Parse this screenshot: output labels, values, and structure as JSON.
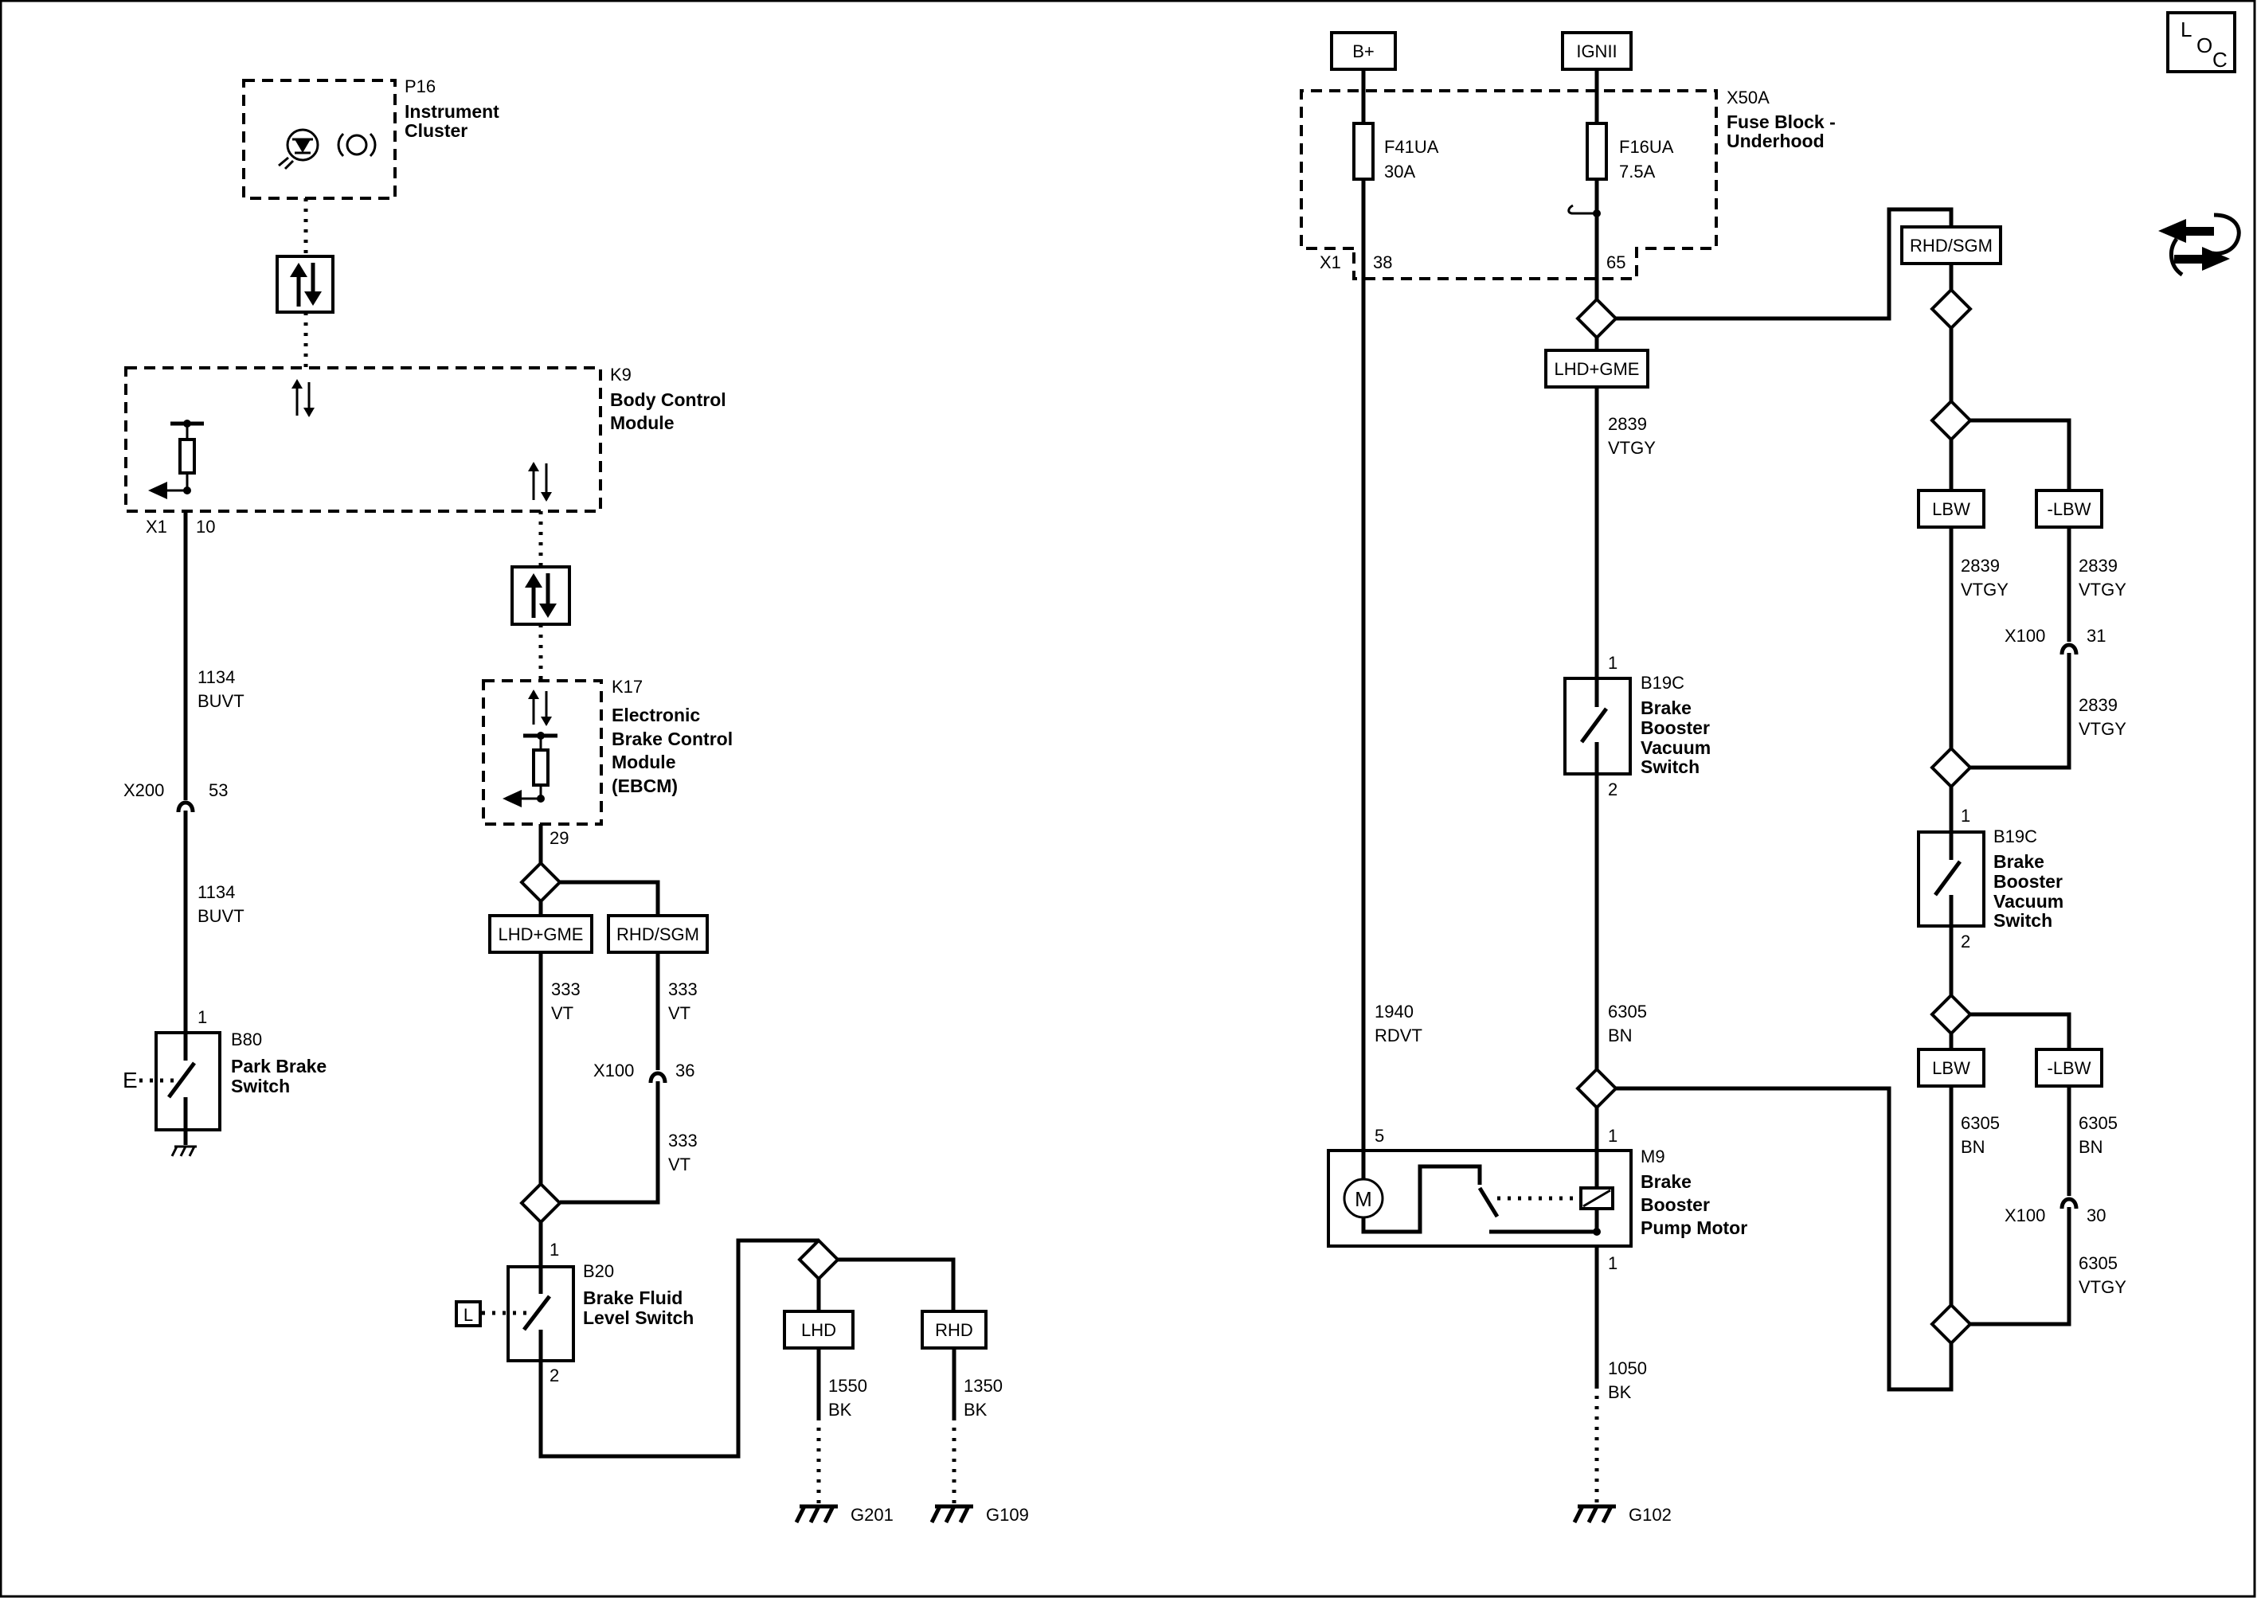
{
  "loc_badge": {
    "line1": "L",
    "line2": "O",
    "line3": "C"
  },
  "power_sources": {
    "bplus": "B+",
    "ign": "IGNII"
  },
  "fuse_block": {
    "ref": "X50A",
    "name_line1": "Fuse Block -",
    "name_line2": "Underhood",
    "fuse1_ref": "F41UA",
    "fuse1_rating": "30A",
    "fuse2_ref": "F16UA",
    "fuse2_rating": "7.5A",
    "connector": "X1",
    "pin1": "38",
    "pin2": "65"
  },
  "instrument_cluster": {
    "ref": "P16",
    "name_line1": "Instrument",
    "name_line2": "Cluster"
  },
  "bcm": {
    "ref": "K9",
    "name_line1": "Body Control",
    "name_line2": "Module",
    "connector": "X1",
    "pin": "10"
  },
  "ebcm": {
    "ref": "K17",
    "name_line1": "Electronic",
    "name_line2": "Brake Control",
    "name_line3": "Module",
    "name_line4": "(EBCM)",
    "pin": "29"
  },
  "left_wire_upper": {
    "circuit": "1134",
    "color": "BUVT"
  },
  "left_inline": {
    "connector": "X200",
    "pin": "53"
  },
  "left_wire_lower": {
    "circuit": "1134",
    "color": "BUVT"
  },
  "park_brake": {
    "pin": "1",
    "ref": "B80",
    "name_line1": "Park Brake",
    "name_line2": "Switch",
    "indicator": "E"
  },
  "ebcm_options": {
    "opt1": "LHD+GME",
    "opt2": "RHD/SGM"
  },
  "w333_left": {
    "circuit": "333",
    "color": "VT"
  },
  "w333_right_upper": {
    "circuit": "333",
    "color": "VT"
  },
  "x100_36": {
    "connector": "X100",
    "pin": "36"
  },
  "w333_right_lower": {
    "circuit": "333",
    "color": "VT"
  },
  "fluid_switch": {
    "pin1": "1",
    "pin2": "2",
    "ref": "B20",
    "name_line1": "Brake Fluid",
    "name_line2": "Level Switch",
    "indicator": "L"
  },
  "ground_options": {
    "lhd": "LHD",
    "rhd": "RHD"
  },
  "g201_wire": {
    "circuit": "1550",
    "color": "BK",
    "ground": "G201"
  },
  "g109_wire": {
    "circuit": "1350",
    "color": "BK",
    "ground": "G109"
  },
  "ign_options": {
    "lhd": "LHD+GME",
    "rhd": "RHD/SGM"
  },
  "w2839_main": {
    "circuit": "2839",
    "color": "VTGY"
  },
  "vac_switch_main": {
    "pin1": "1",
    "pin2": "2",
    "ref": "B19C",
    "name_line1": "Brake",
    "name_line2": "Booster",
    "name_line3": "Vacuum",
    "name_line4": "Switch"
  },
  "rhd_options": {
    "lbw": "LBW",
    "nlbw": "-LBW"
  },
  "w2839_lbw": {
    "circuit": "2839",
    "color": "VTGY"
  },
  "w2839_nlbw_upper": {
    "circuit": "2839",
    "color": "VTGY"
  },
  "x100_31": {
    "connector": "X100",
    "pin": "31"
  },
  "w2839_nlbw_lower": {
    "circuit": "2839",
    "color": "VTGY"
  },
  "vac_switch_rhd": {
    "pin1": "1",
    "pin2": "2",
    "ref": "B19C",
    "name_line1": "Brake",
    "name_line2": "Booster",
    "name_line3": "Vacuum",
    "name_line4": "Switch"
  },
  "rhd_options2": {
    "lbw": "LBW",
    "nlbw": "-LBW"
  },
  "w6305_lbw": {
    "circuit": "6305",
    "color": "BN"
  },
  "w6305_nlbw": {
    "circuit": "6305",
    "color": "BN"
  },
  "x100_30": {
    "connector": "X100",
    "pin": "30"
  },
  "w6305_vtgy": {
    "circuit": "6305",
    "color": "VTGY"
  },
  "w1940": {
    "circuit": "1940",
    "color": "RDVT"
  },
  "w6305_main": {
    "circuit": "6305",
    "color": "BN"
  },
  "motor": {
    "ref": "M9",
    "name_line1": "Brake",
    "name_line2": "Booster",
    "name_line3": "Pump Motor",
    "pin5": "5",
    "pin1_top": "1",
    "pin1_bottom": "1",
    "symbol": "M"
  },
  "g102_wire": {
    "circuit": "1050",
    "color": "BK",
    "ground": "G102"
  }
}
